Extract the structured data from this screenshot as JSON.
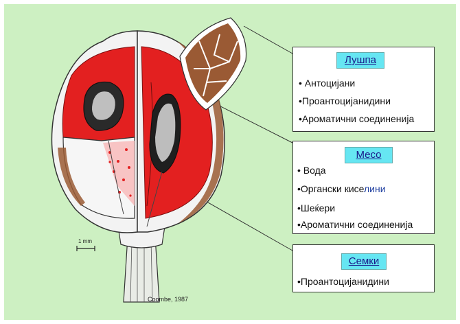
{
  "boxes": [
    {
      "title": "Лушпа",
      "items": [
        "• Антоцијани",
        "•Проантоцијанидини",
        "•Ароматични соединенија"
      ]
    },
    {
      "title": "Месо",
      "items": [
        "• Вода",
        "•Органски кисе",
        "лини",
        "•Шеќери",
        "•Ароматични соединенија"
      ]
    },
    {
      "title": "Семки",
      "items": [
        "•Проантоцијанидини"
      ]
    }
  ],
  "scale": "1 mm",
  "credit": "Coombe, 1987",
  "colors": {
    "background": "#cdf0c2",
    "flesh": "#e32020",
    "skin": "#9a5a34",
    "title_bg": "#66e6f2"
  }
}
